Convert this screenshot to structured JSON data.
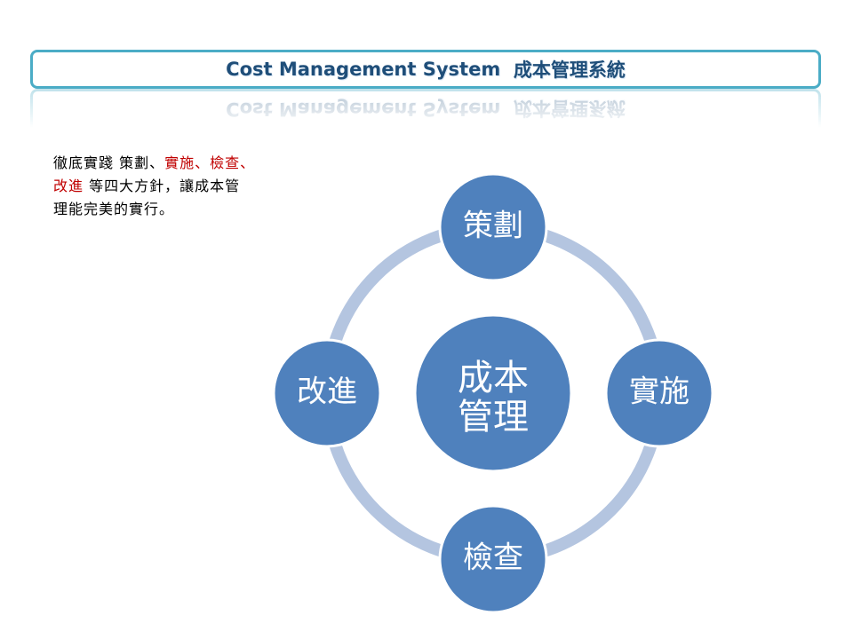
{
  "title": {
    "english": "Cost Management System",
    "chinese": "成本管理系統"
  },
  "description": {
    "line1_black_a": "徹底實踐 策劃、",
    "line1_red": "實施、檢查、",
    "line2_red": "改進",
    "line2_black": " 等四大方針，讓成本管",
    "line3_black": "理能完美的實行。"
  },
  "cycle": {
    "center_line1": "成本",
    "center_line2": "管理",
    "nodes": [
      "策劃",
      "實施",
      "檢查",
      "改進"
    ]
  },
  "colors": {
    "node_fill": "#4f81bd",
    "node_stroke": "#ffffff",
    "ring": "#b4c5e0",
    "title_border": "#4bacc6",
    "title_text": "#1f4e79",
    "highlight_text": "#c00000"
  }
}
